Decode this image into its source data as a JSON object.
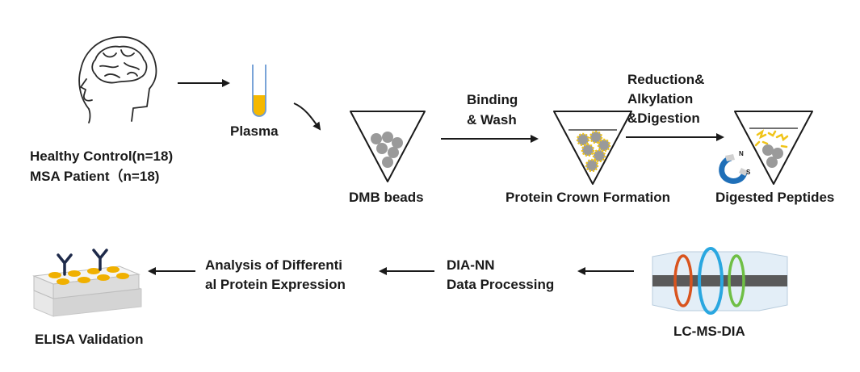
{
  "cohort": {
    "line1": "Healthy Control(n=18)",
    "line2": "MSA Patient（n=18)"
  },
  "plasma_label": "Plasma",
  "dmb_label": "DMB beads",
  "binding": {
    "line1": "Binding",
    "line2": "& Wash"
  },
  "crown_label": "Protein Crown Formation",
  "reduction": {
    "line1": "Reduction&",
    "line2": "Alkylation",
    "line3": "&Digestion"
  },
  "peptides_label": "Digested Peptides",
  "magnet": {
    "n": "N",
    "s": "S"
  },
  "lcms_label": "LC-MS-DIA",
  "dia": {
    "line1": "DIA-NN",
    "line2": "Data Processing"
  },
  "analysis": {
    "line1": "Analysis of Differenti",
    "line2": "al Protein Expression"
  },
  "elisa_label": "ELISA Validation",
  "colors": {
    "plasma": "#f5b800",
    "bead": "#9a9a9a",
    "crown": "#f0c419",
    "magnet_blue": "#1f6fb8",
    "ring_orange": "#d9541e",
    "ring_blue": "#2aa7e0",
    "ring_green": "#6fbf45",
    "ink": "#1a1a1a"
  }
}
